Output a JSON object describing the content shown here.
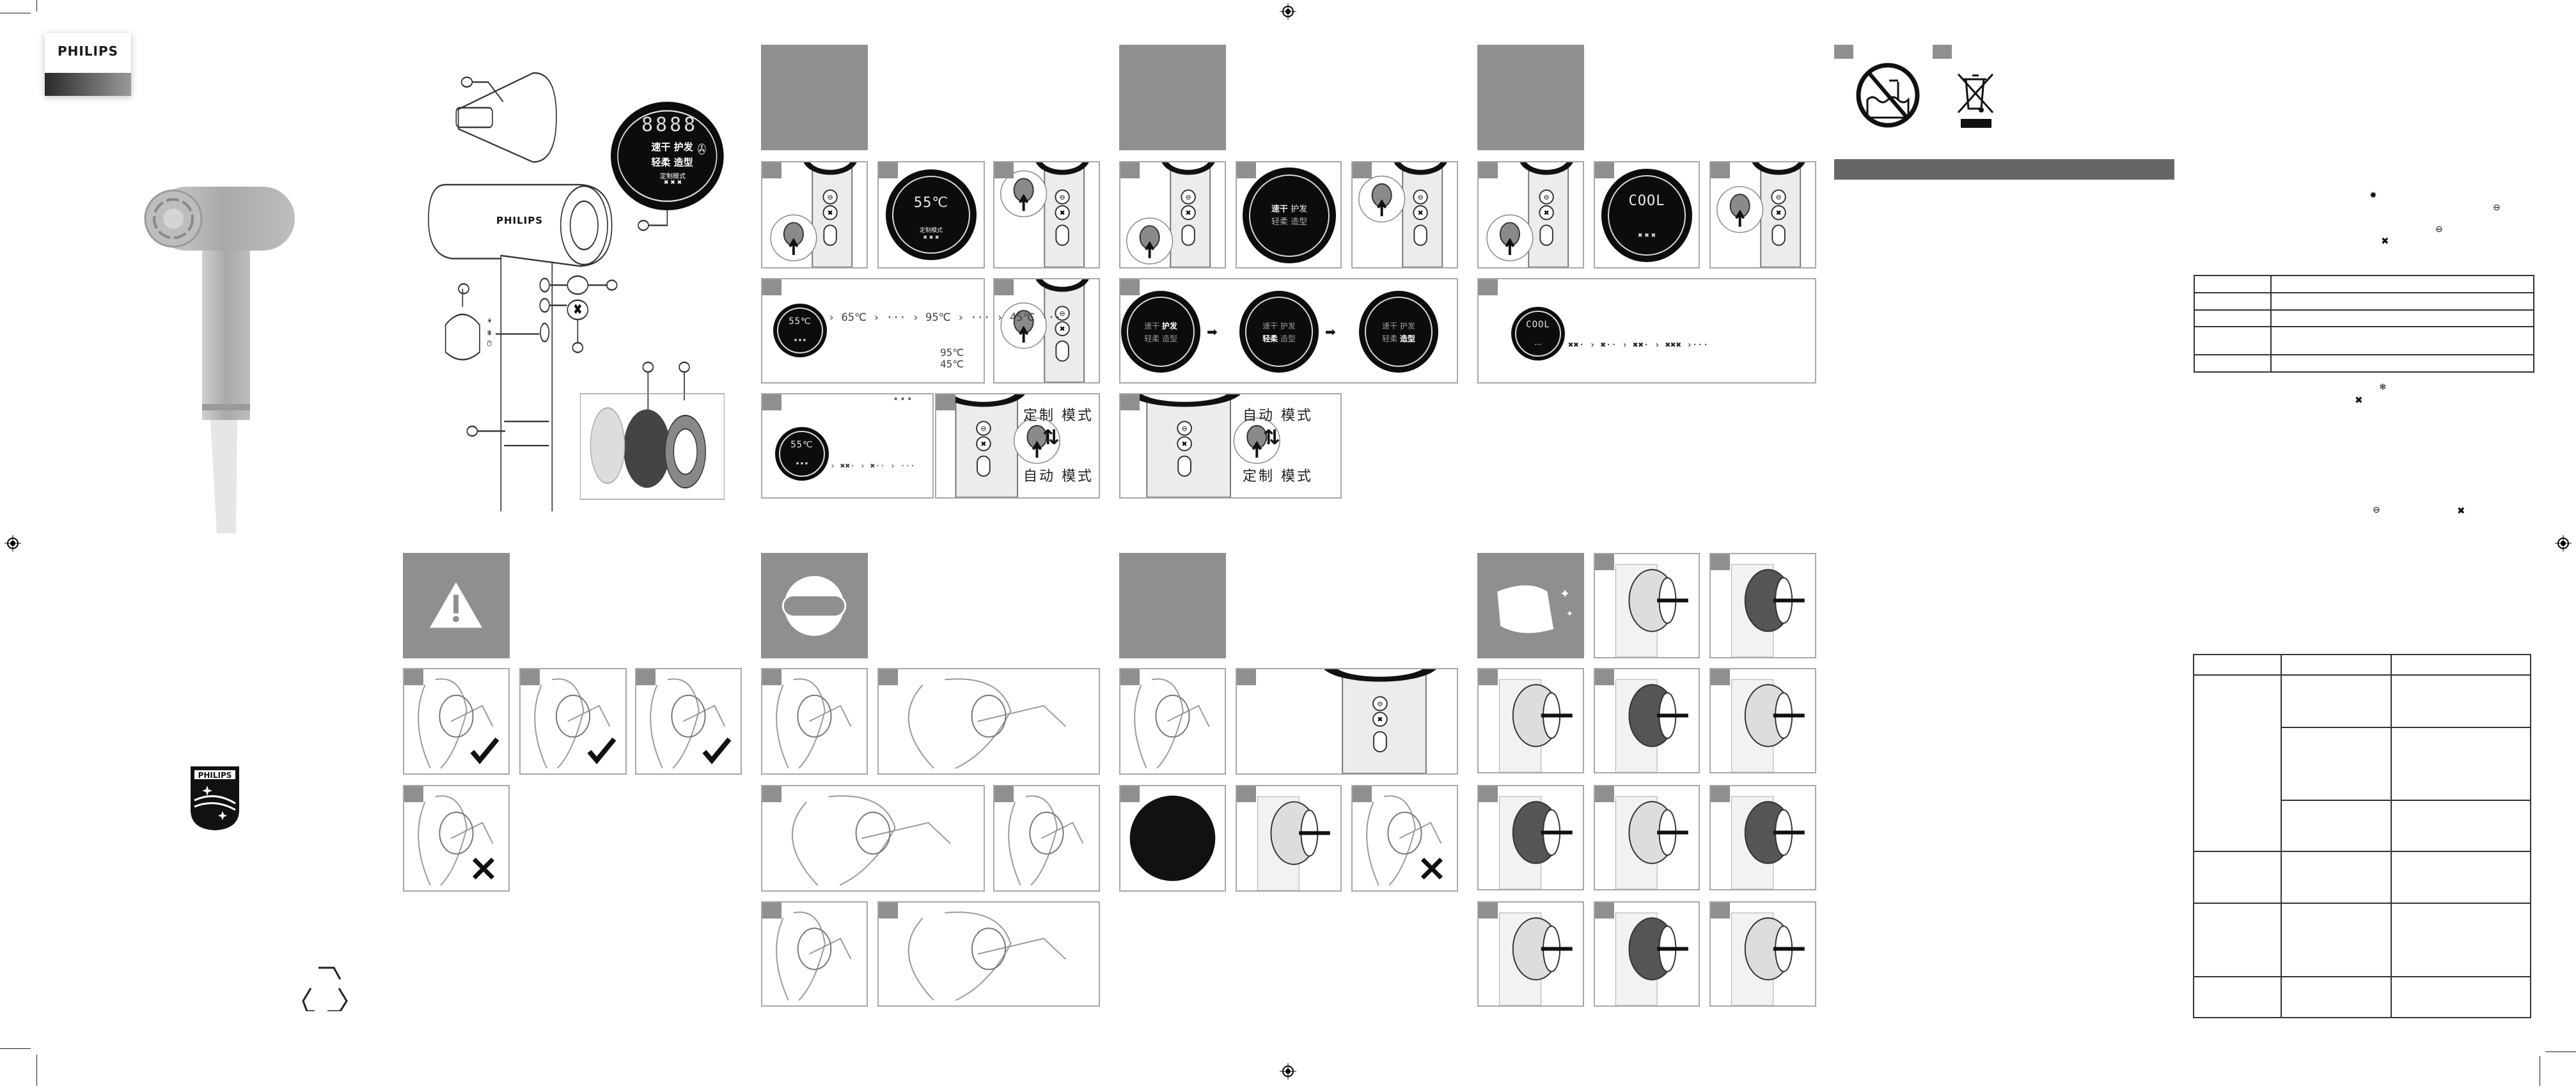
{
  "brand": {
    "wordmark": "PHILIPS",
    "shield_text": "PHILIPS"
  },
  "diagram": {
    "product_wordmark": "PHILIPS",
    "display_digits": "8888",
    "modes": [
      "速干",
      "护发",
      "轻柔",
      "造型"
    ],
    "custom_mode": "定制模式",
    "fan_levels": "✖ ✖ ✖"
  },
  "temperature": {
    "current": "55℃",
    "sequence": "› 65℃ › ··· › 95℃ › ··· › 45℃ ···",
    "max": "95℃",
    "min": "45℃",
    "fan_sequence": "› ✖✖· › ✖·· › ···"
  },
  "mode_switch": {
    "custom": "定制 模式",
    "auto": "自动 模式"
  },
  "cool": {
    "label": "COOL",
    "dots": "···",
    "fan_sequence": "✖✖· › ✖·· › ✖✖· › ✖✖✖ ›···"
  },
  "colors": {
    "tab_gray": "#8f8f8f",
    "bar_gray": "#666666"
  }
}
